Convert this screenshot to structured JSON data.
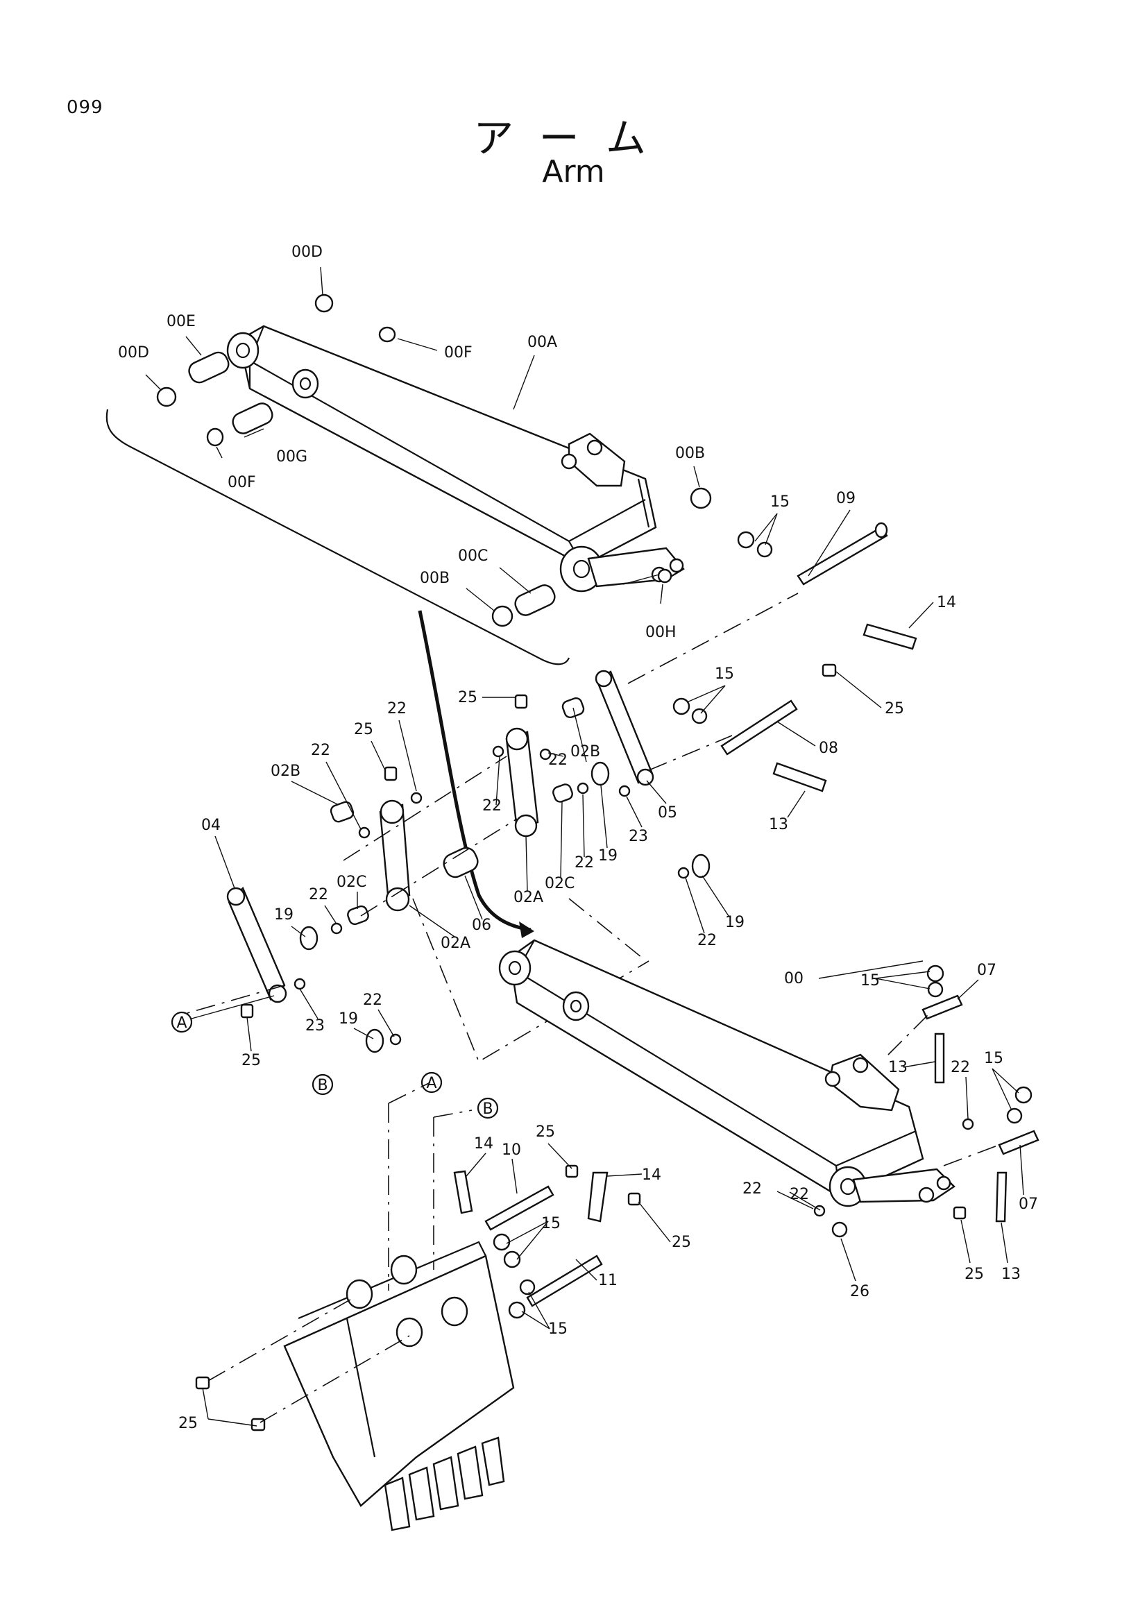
{
  "page_number": "099",
  "title_ja": "アーム",
  "title_en": "Arm",
  "callouts": {
    "c00": "00",
    "c00A": "00A",
    "c00B_1": "00B",
    "c00B_2": "00B",
    "c00C": "00C",
    "c00D_1": "00D",
    "c00D_2": "00D",
    "c00E": "00E",
    "c00F_1": "00F",
    "c00F_2": "00F",
    "c00G": "00G",
    "c00H": "00H",
    "c02A_1": "02A",
    "c02A_2": "02A",
    "c02B_1": "02B",
    "c02B_2": "02B",
    "c02C_1": "02C",
    "c02C_2": "02C",
    "c04": "04",
    "c05": "05",
    "c06": "06",
    "c07_1": "07",
    "c07_2": "07",
    "c08": "08",
    "c09": "09",
    "c10": "10",
    "c11": "11",
    "c13_1": "13",
    "c13_2": "13",
    "c13_3": "13",
    "c14_1": "14",
    "c14_2": "14",
    "c14_3": "14",
    "c15_1": "15",
    "c15_2": "15",
    "c15_3": "15",
    "c15_4": "15",
    "c15_5": "15",
    "c15_6": "15",
    "c19_1": "19",
    "c19_2": "19",
    "c19_3": "19",
    "c19_4": "19",
    "c22_1": "22",
    "c22_2": "22",
    "c22_3": "22",
    "c22_4": "22",
    "c22_5": "22",
    "c22_6": "22",
    "c22_7": "22",
    "c22_8": "22",
    "c22_9": "22",
    "c22_10": "22",
    "c22_11": "22",
    "c23_1": "23",
    "c23_2": "23",
    "c25_1": "25",
    "c25_2": "25",
    "c25_3": "25",
    "c25_4": "25",
    "c25_5": "25",
    "c25_6": "25",
    "c25_7": "25",
    "c25_8": "25",
    "c26": "26",
    "refA_1": "A",
    "refA_2": "A",
    "refB_1": "B",
    "refB_2": "B"
  }
}
